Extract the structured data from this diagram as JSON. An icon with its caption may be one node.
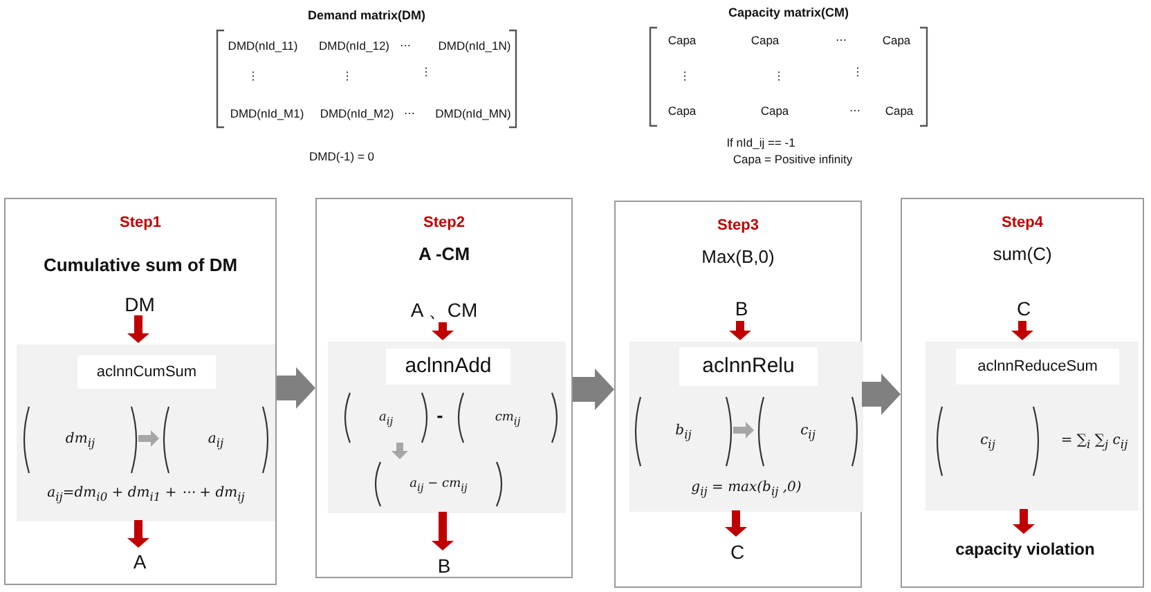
{
  "diagram": {
    "nodes": [
      {
        "text": [
          "Demand matrix(DM)"
        ],
        "beside": [
          "DMD(-1) = 0"
        ]
      },
      {
        "text": [
          "Capacity matrix(CM)"
        ],
        "beside": [
          "If nId_ij == -1",
          "Capa = Positive infinity"
        ]
      },
      {
        "text": [
          "Step1",
          "Cumulative sum of DM"
        ]
      },
      {
        "text": [
          "DM"
        ],
        "in": 2
      },
      {
        "text": [
          "a$_{ij}$=dm$_{i0}$ + dm$_{i1}$ + ⋯ + dm$_{ij}$"
        ],
        "in": 2
      },
      {
        "text": [
          "aclnnCumSum"
        ],
        "in": 4
      },
      {
        "text": [
          "dm$_{ij}$"
        ],
        "in": 4
      },
      {
        "text": [
          "a$_{ij}$"
        ],
        "in": 4
      },
      {
        "text": [
          "A"
        ],
        "in": 2
      },
      {
        "text": [
          "Step2",
          "A -CM"
        ]
      },
      {
        "text": [
          "A 、CM"
        ],
        "in": 9
      },
      {
        "text": [],
        "shape": "box",
        "in": 9
      },
      {
        "text": [
          "aclnnAdd"
        ],
        "in": 11
      },
      {
        "text": [
          "a$_{ij}$"
        ],
        "in": 11
      },
      {
        "text": [
          "cm$_{ij}$"
        ],
        "in": 11
      },
      {
        "text": [
          "a$_{ij}$ − cm$_{ij}$"
        ],
        "in": 11
      },
      {
        "text": [
          "B"
        ],
        "in": 9
      },
      {
        "text": [
          "Step3",
          "Max(B,0)"
        ]
      },
      {
        "text": [
          "B"
        ],
        "in": 17
      },
      {
        "text": [
          "g$_{ij}$ = max(b$_{ij}$ ,0)"
        ],
        "in": 17
      },
      {
        "text": [
          "aclnnRelu"
        ],
        "in": 19
      },
      {
        "text": [
          "b$_{ij}$"
        ],
        "in": 19
      },
      {
        "text": [
          "c$_{ij}$"
        ],
        "in": 19
      },
      {
        "text": [
          "C"
        ],
        "in": 17
      },
      {
        "text": [
          "Step4",
          "sum(C)"
        ]
      },
      {
        "text": [
          "C"
        ],
        "in": 24
      },
      {
        "text": [],
        "shape": "box",
        "in": 24
      },
      {
        "text": [
          "aclnnReduceSum"
        ],
        "in": 26
      },
      {
        "text": [
          "c$_{ij}$"
        ],
        "beside": [
          "= ∑$_{i}$ ∑$_{j}$ c$_{ij}$"
        ],
        "in": 26
      },
      {
        "text": [
          "capacity violation"
        ],
        "in": 24
      }
    ],
    "edges": [
      {
        "from": 3,
        "to": 4,
        "arrow": "to"
      },
      {
        "from": 4,
        "to": 8,
        "arrow": "to"
      },
      {
        "from": 6,
        "to": 7,
        "arrow": "to",
        "color": "#a6a6a6"
      },
      {
        "from": 2,
        "to": 9,
        "arrow": "to",
        "style": "thick",
        "color": "#808080"
      },
      {
        "from": 10,
        "to": 11,
        "arrow": "to"
      },
      {
        "from": 13,
        "to": 15,
        "arrow": "to",
        "color": "#a6a6a6"
      },
      {
        "from": 11,
        "to": 16,
        "arrow": "to"
      },
      {
        "from": 9,
        "to": 17,
        "arrow": "to",
        "style": "thick",
        "color": "#808080"
      },
      {
        "from": 18,
        "to": 19,
        "arrow": "to"
      },
      {
        "from": 21,
        "to": 22,
        "arrow": "to",
        "color": "#a6a6a6"
      },
      {
        "from": 19,
        "to": 23,
        "arrow": "to"
      },
      {
        "from": 17,
        "to": 24,
        "arrow": "to",
        "style": "thick",
        "color": "#808080"
      },
      {
        "from": 25,
        "to": 26,
        "arrow": "to"
      },
      {
        "from": 26,
        "to": 29,
        "arrow": "to"
      }
    ],
    "labels": [
      "DMD(nId_11)",
      "DMD(nId_12)",
      "⋯",
      "DMD(nId_1N)",
      "⋮",
      "⋮",
      "⋮",
      "DMD(nId_M1)",
      "DMD(nId_M2)",
      "⋯",
      "DMD(nId_MN)",
      "Capa",
      "Capa",
      "⋯",
      "Capa",
      "⋮",
      "⋮",
      "⋮",
      "Capa",
      "Capa",
      "⋯",
      "Capa",
      "-"
    ]
  }
}
